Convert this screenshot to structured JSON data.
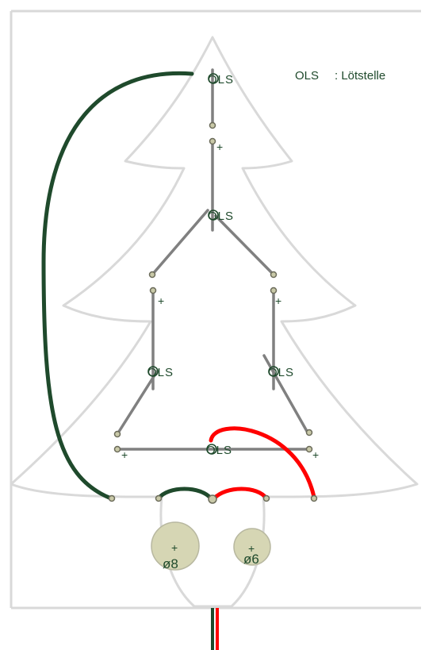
{
  "legend": {
    "symbol": "OLS",
    "text": ": Lötstelle"
  },
  "solder_label": "OLS",
  "plus_sign": "+",
  "holes": [
    {
      "label": "ø8"
    },
    {
      "label": "ø6"
    }
  ],
  "colors": {
    "frame": "#d9d9d9",
    "tree_outline": "#d9d9d9",
    "wire_grey": "#808080",
    "wire_dark_green": "#1f4a2c",
    "wire_red": "#ff0000",
    "hole_fill": "#d6d6b4",
    "pad_fill": "#c9c9a8",
    "text": "#1f4a2c"
  }
}
